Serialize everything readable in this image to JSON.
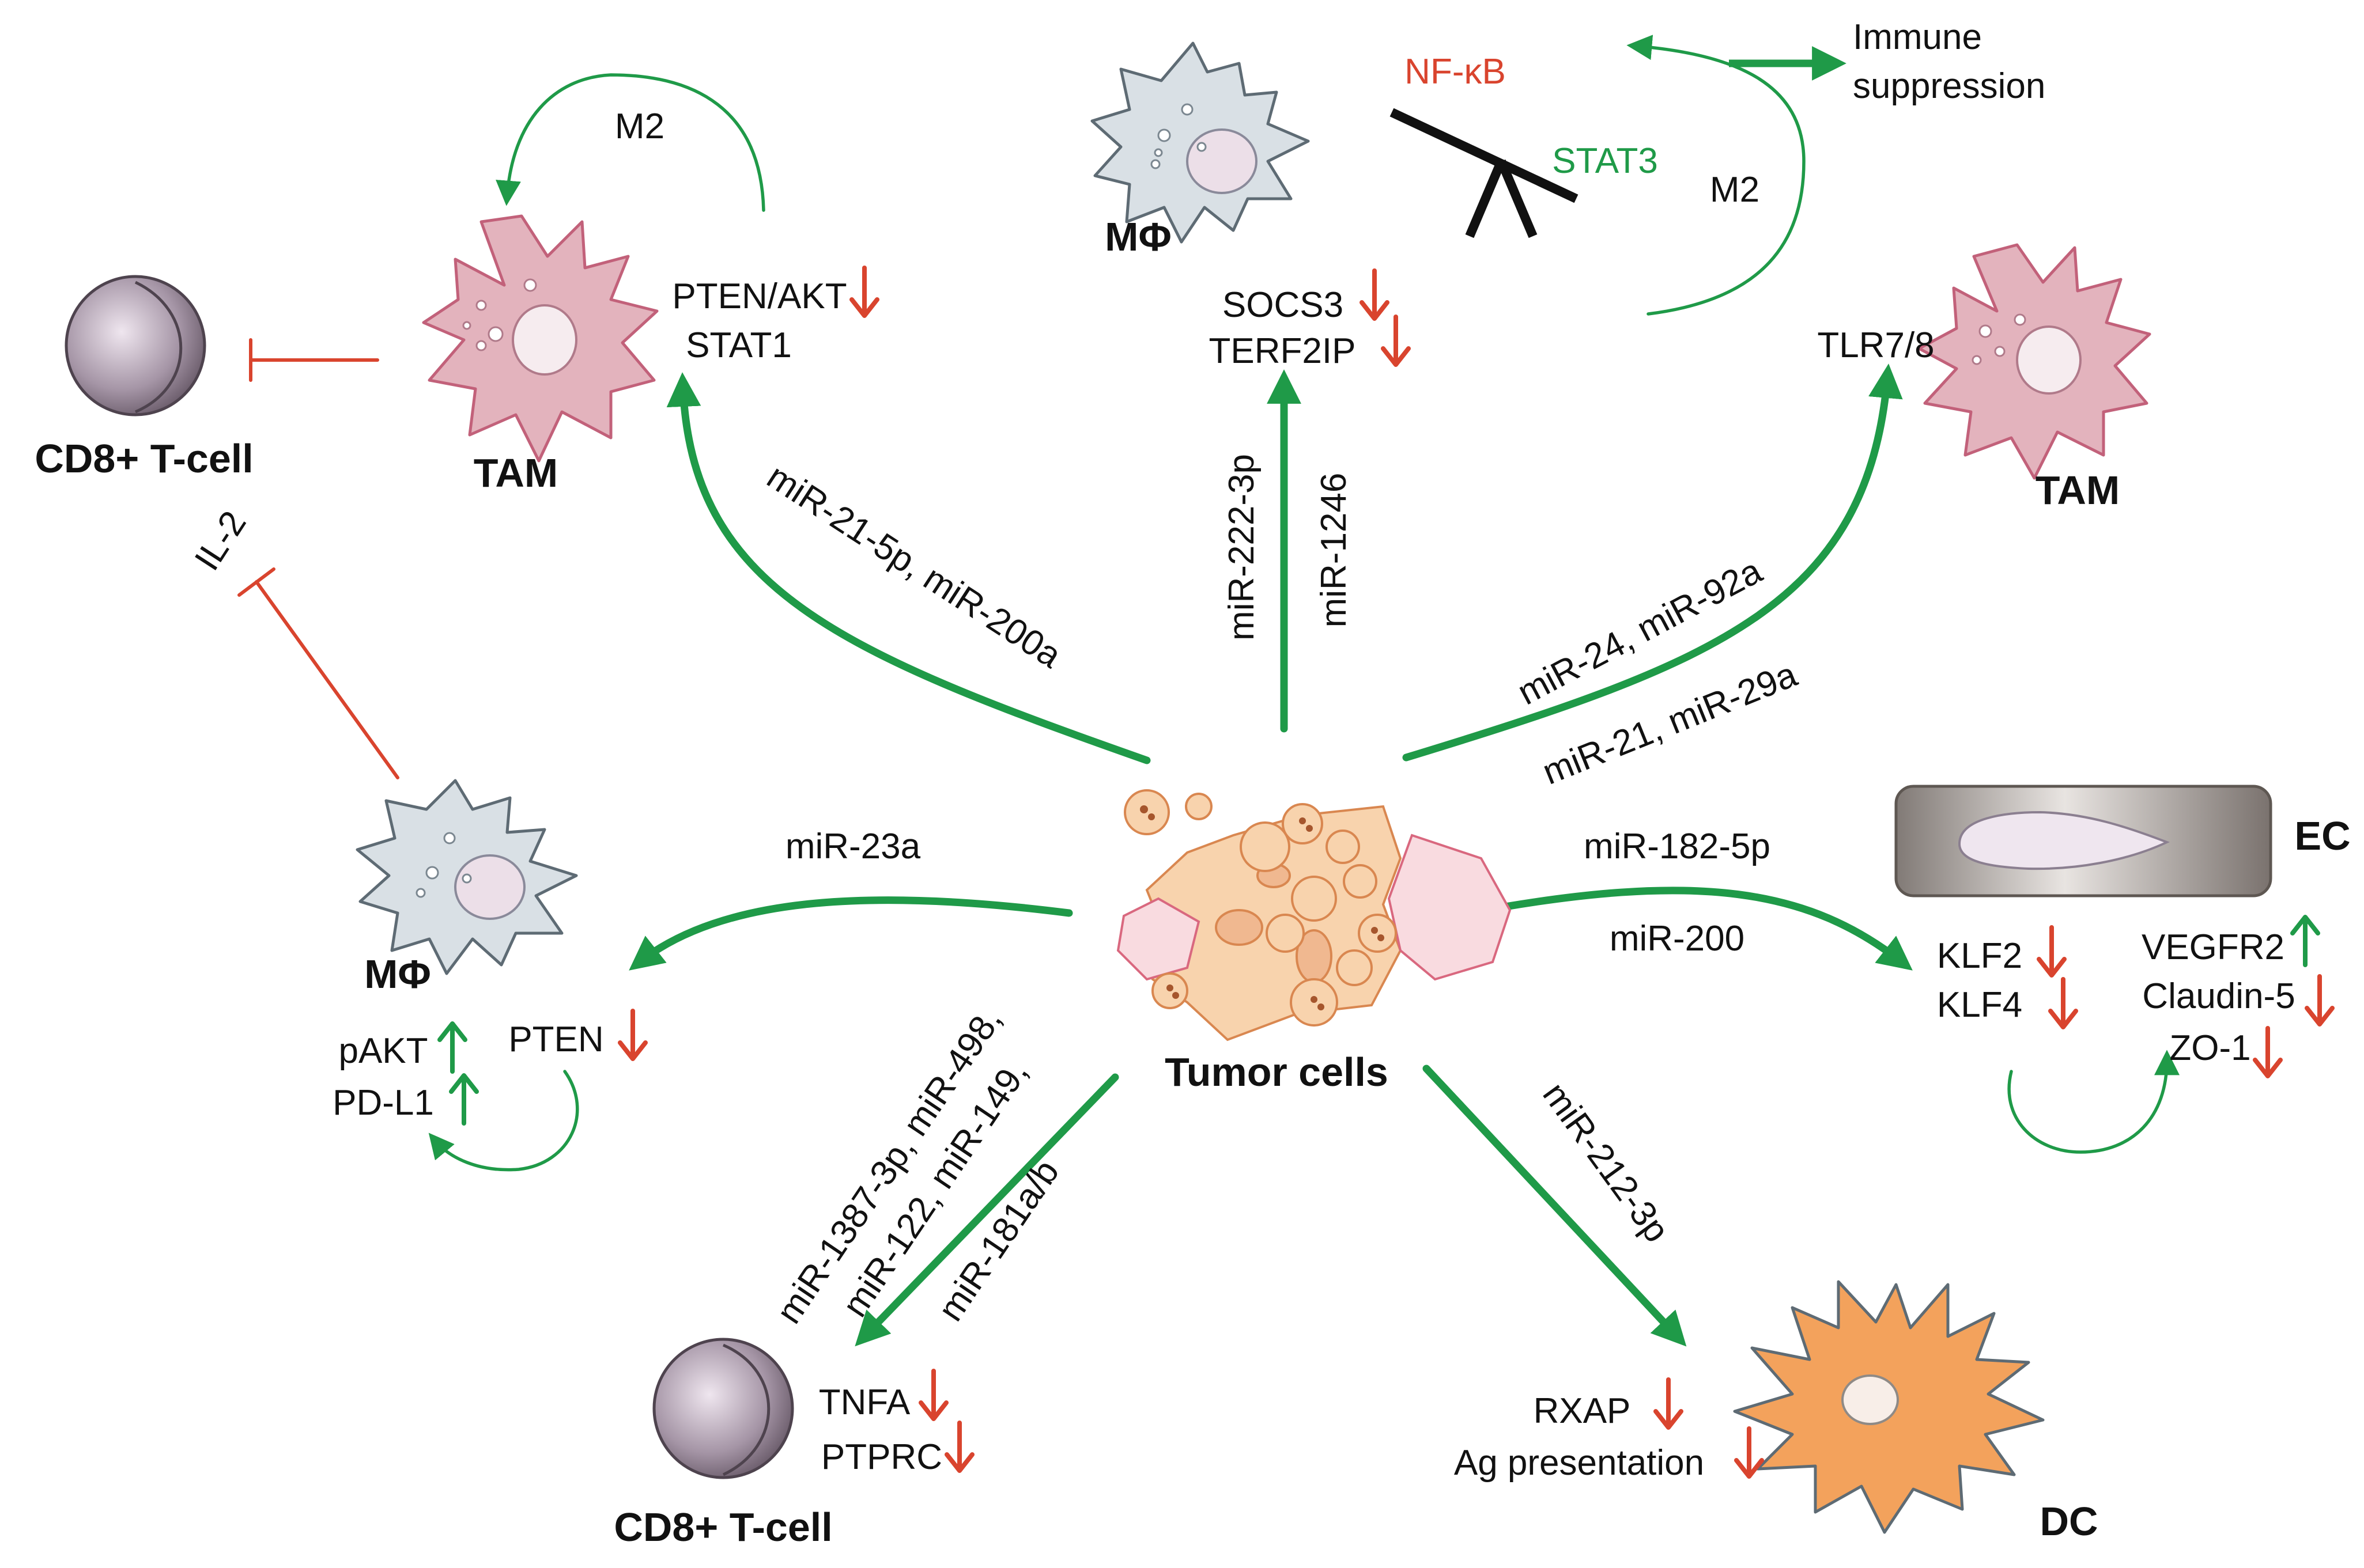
{
  "cells": {
    "cd8_top": "CD8+ T-cell",
    "tam_left": "TAM",
    "mphi_top": "MΦ",
    "tam_right": "TAM",
    "mphi_left": "MΦ",
    "tumor": "Tumor cells",
    "ec": "EC",
    "cd8_bottom": "CD8+ T-cell",
    "dc": "DC"
  },
  "mirnas": {
    "to_tam_left": "miR-21-5p, miR-200a",
    "to_mphi_top_a": "miR-222-3p",
    "to_mphi_top_b": "miR-1246",
    "to_tam_right_a": "miR-24, miR-92a",
    "to_tam_right_b": "miR-21, miR-29a",
    "to_mphi_left": "miR-23a",
    "to_ec_a": "miR-182-5p",
    "to_ec_b": "miR-200",
    "to_cd8_a": "miR-1387-3p, miR-498,",
    "to_cd8_b": "miR-122, miR-149,",
    "to_cd8_c": "miR-181a/b",
    "to_dc": "miR-212-3p"
  },
  "targets": {
    "tam_left_1": "PTEN/AKT",
    "tam_left_2": "STAT1",
    "tam_left_m2": "M2",
    "socs3": "SOCS3",
    "terf2ip": "TERF2IP",
    "nfkb": "NF-κB",
    "stat3": "STAT3",
    "m2_right": "M2",
    "immune_1": "Immune",
    "immune_2": "suppression",
    "tlr": "TLR7/8",
    "il2": "IL-2",
    "pakt": "pAKT",
    "pdl1": "PD-L1",
    "pten": "PTEN",
    "klf2": "KLF2",
    "klf4": "KLF4",
    "vegfr2": "VEGFR2",
    "claudin": "Claudin-5",
    "zo1": "ZO-1",
    "tnfa": "TNFA",
    "ptprc": "PTPRC",
    "rxap": "RXAP",
    "ag": "Ag presentation"
  },
  "colors": {
    "green": "#1f9a48",
    "red": "#d9442e",
    "tam": "#e3b3bd",
    "macrophage": "#d9e0e5",
    "tumor": "#f8d3ad",
    "dc": "#f3a25c",
    "tcell": "#8b7d8b",
    "ec": "#a79e98"
  }
}
